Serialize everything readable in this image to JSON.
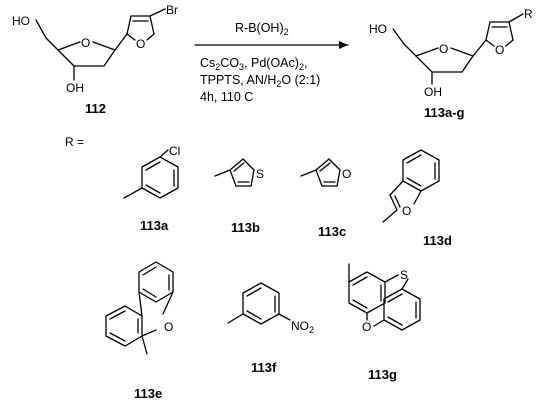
{
  "reaction": {
    "start_label": "112",
    "product_label": "113a-g",
    "reagent": "R-B(OH)",
    "reagent_sub": "2",
    "cond1_a": "Cs",
    "cond1_a_sub": "2",
    "cond1_b": "CO",
    "cond1_b_sub": "3",
    "cond1_c": ", Pd(OAc)",
    "cond1_c_sub": "2",
    "cond1_d": ",",
    "cond2_a": "TPPTS, AN/H",
    "cond2_a_sub": "2",
    "cond2_b": "O (2:1)",
    "cond3": "4h, 110 C"
  },
  "atoms": {
    "ho": "HO",
    "oh": "OH",
    "o": "O",
    "br": "Br",
    "r": "R",
    "cl": "Cl",
    "s": "S",
    "no2_a": "NO",
    "no2_sub": "2"
  },
  "r_heading": "R =",
  "compounds": [
    {
      "label": "113a"
    },
    {
      "label": "113b"
    },
    {
      "label": "113c"
    },
    {
      "label": "113d"
    },
    {
      "label": "113e"
    },
    {
      "label": "113f"
    },
    {
      "label": "113g"
    }
  ]
}
